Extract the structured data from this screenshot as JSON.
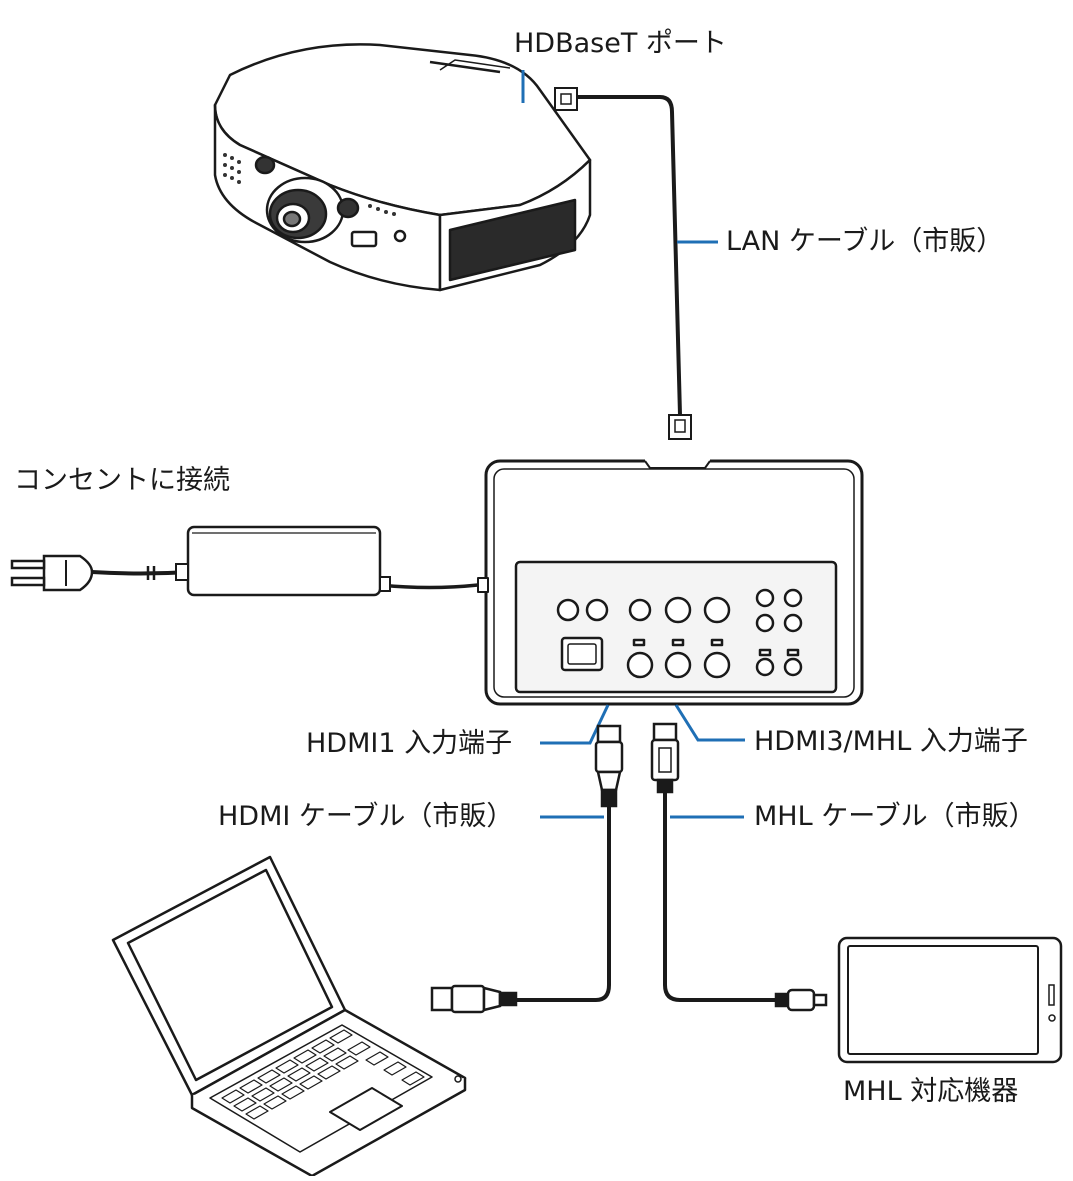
{
  "labels": {
    "hdbaset_port": "HDBaseT ポート",
    "lan_cable": "LAN ケーブル（市販）",
    "outlet": "コンセントに接続",
    "hdmi1_input": "HDMI1 入力端子",
    "hdmi3_mhl_input": "HDMI3/MHL 入力端子",
    "hdmi_cable": "HDMI ケーブル（市販）",
    "mhl_cable": "MHL ケーブル（市販）",
    "mhl_device": "MHL 対応機器"
  },
  "colors": {
    "leader": "#1f6fb5",
    "line": "#1a1a1a",
    "device_fill": "#ffffff",
    "panel_fill": "#f4f4f4"
  },
  "icons": {
    "projector": "projector-icon",
    "transmitter": "hdbaset-transmitter-icon",
    "ac_adapter": "ac-adapter-icon",
    "plug": "power-plug-icon",
    "laptop": "laptop-icon",
    "tablet": "mhl-device-icon"
  }
}
